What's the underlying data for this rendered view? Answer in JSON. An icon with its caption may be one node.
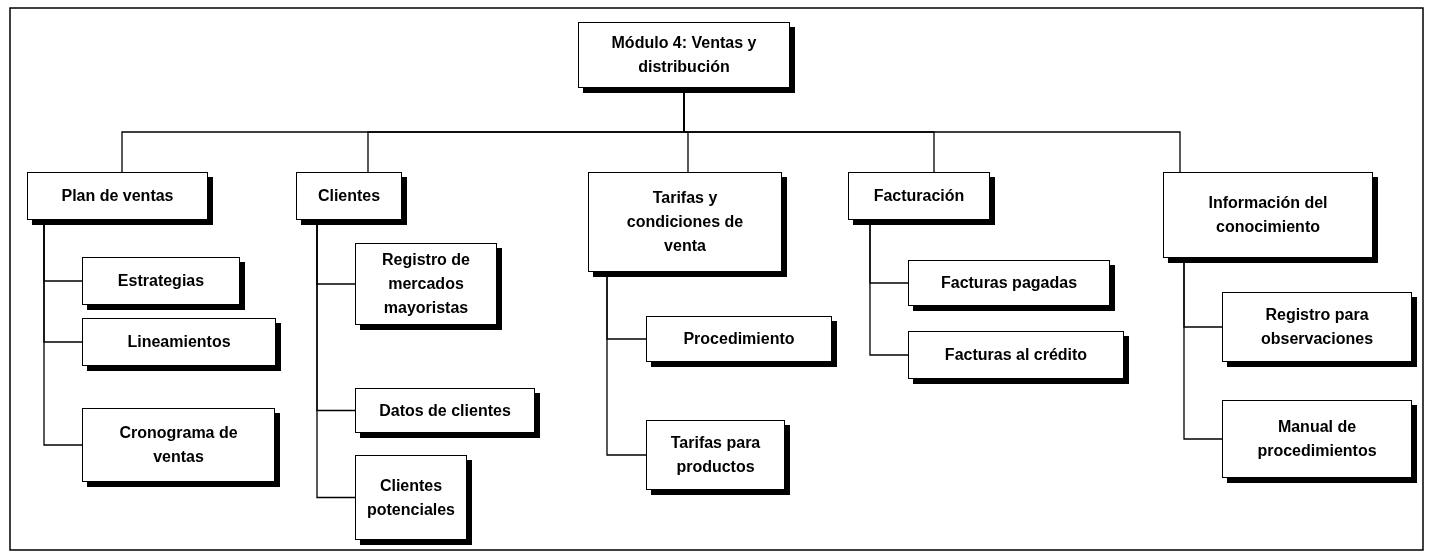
{
  "diagram": {
    "nodes": [
      {
        "text": [
          "Módulo 4: Ventas y distribución"
        ]
      },
      {
        "text": [
          "Plan de ventas"
        ]
      },
      {
        "text": [
          "Estrategias"
        ]
      },
      {
        "text": [
          "Lineamientos"
        ]
      },
      {
        "text": [
          "Cronograma de ventas"
        ]
      },
      {
        "text": [
          "Clientes"
        ]
      },
      {
        "text": [
          "Registro de mercados mayoristas"
        ]
      },
      {
        "text": [
          "Datos de clientes"
        ]
      },
      {
        "text": [
          "Clientes potenciales"
        ]
      },
      {
        "text": [
          "Tarifas y condiciones de venta"
        ]
      },
      {
        "text": [
          "Procedimiento"
        ]
      },
      {
        "text": [
          "Tarifas para productos"
        ]
      },
      {
        "text": [
          "Facturación"
        ]
      },
      {
        "text": [
          "Facturas pagadas"
        ]
      },
      {
        "text": [
          "Facturas al crédito"
        ]
      },
      {
        "text": [
          "Información del conocimiento"
        ]
      },
      {
        "text": [
          "Registro para observaciones"
        ]
      },
      {
        "text": [
          "Manual de procedimientos"
        ]
      }
    ],
    "edges": [
      {
        "from": 0,
        "to": 1,
        "arrow": "none"
      },
      {
        "from": 0,
        "to": 5,
        "arrow": "none"
      },
      {
        "from": 0,
        "to": 9,
        "arrow": "none"
      },
      {
        "from": 0,
        "to": 12,
        "arrow": "none"
      },
      {
        "from": 0,
        "to": 15,
        "arrow": "none"
      },
      {
        "from": 1,
        "to": 2,
        "arrow": "none"
      },
      {
        "from": 1,
        "to": 3,
        "arrow": "none"
      },
      {
        "from": 1,
        "to": 4,
        "arrow": "none"
      },
      {
        "from": 5,
        "to": 6,
        "arrow": "none"
      },
      {
        "from": 5,
        "to": 7,
        "arrow": "none"
      },
      {
        "from": 5,
        "to": 8,
        "arrow": "none"
      },
      {
        "from": 9,
        "to": 10,
        "arrow": "none"
      },
      {
        "from": 9,
        "to": 11,
        "arrow": "none"
      },
      {
        "from": 12,
        "to": 13,
        "arrow": "none"
      },
      {
        "from": 12,
        "to": 14,
        "arrow": "none"
      },
      {
        "from": 15,
        "to": 16,
        "arrow": "none"
      },
      {
        "from": 15,
        "to": 17,
        "arrow": "none"
      }
    ]
  }
}
